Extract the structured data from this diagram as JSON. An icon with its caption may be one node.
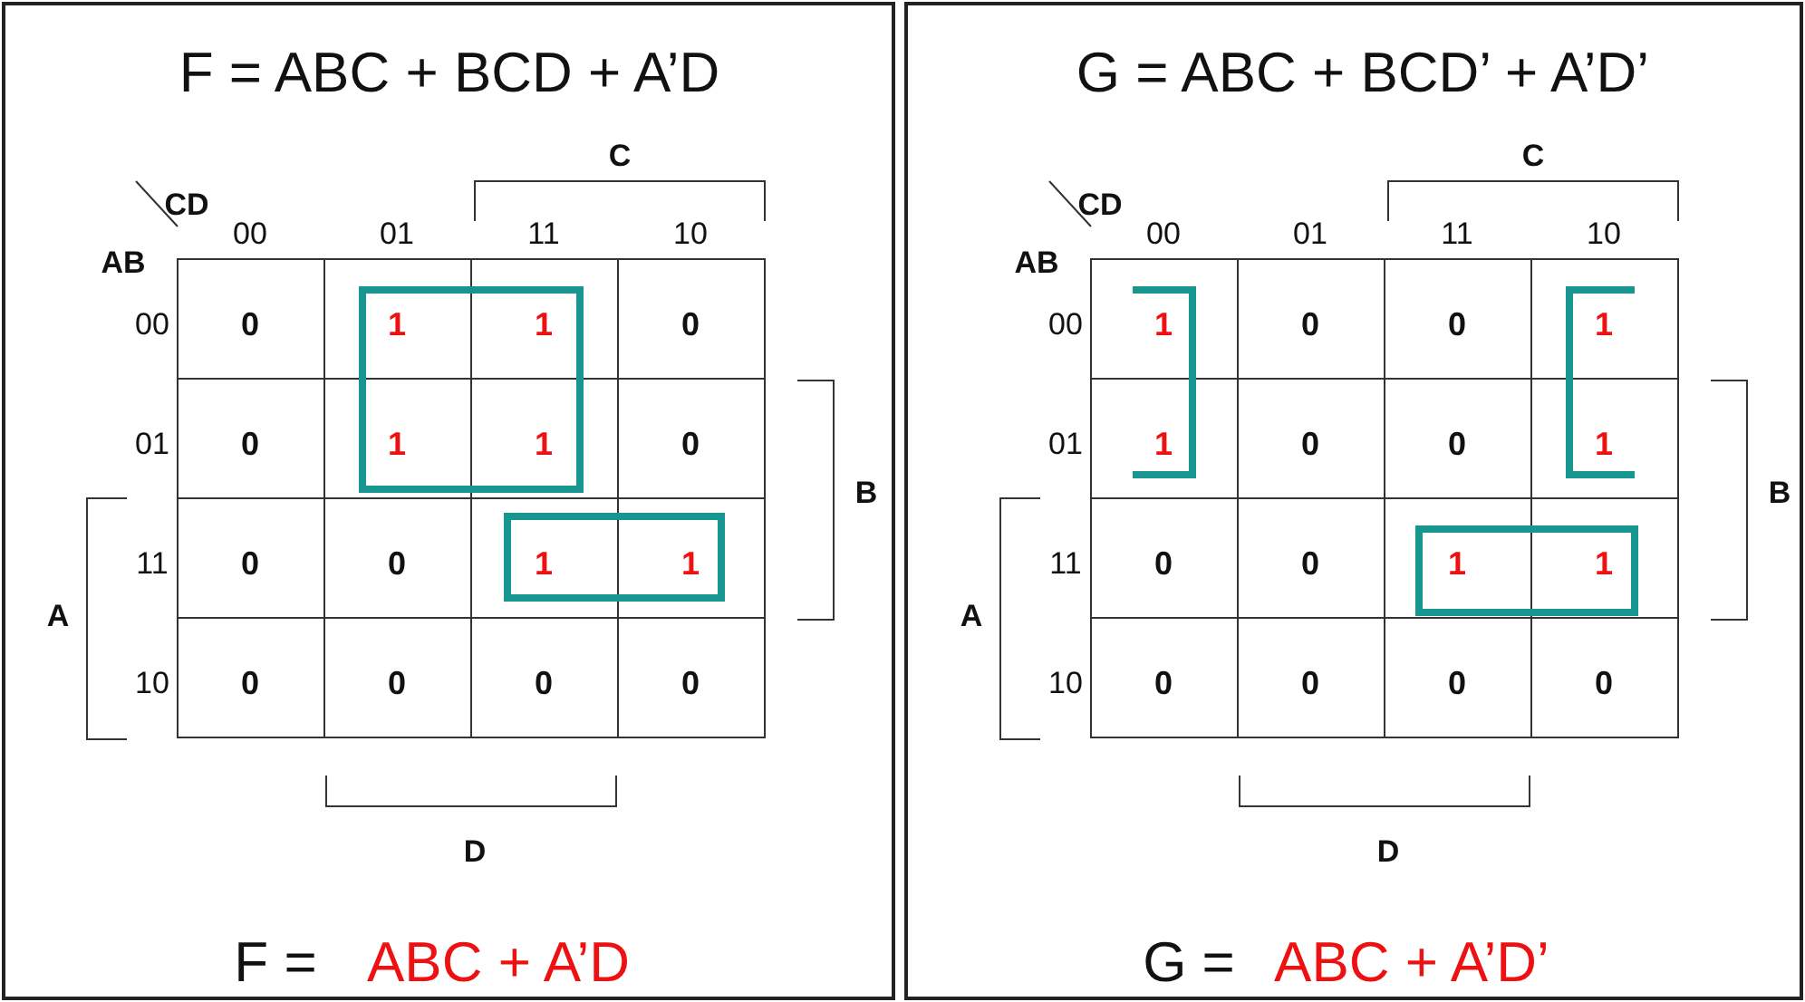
{
  "diagram": {
    "labels": [
      "F = ABC + BCD + A’D",
      "C",
      "CD",
      "00",
      "01",
      "11",
      "10",
      "AB",
      "00",
      "0",
      "1",
      "1",
      "0",
      "01",
      "0",
      "1",
      "1",
      "0",
      "B",
      "11",
      "0",
      "0",
      "1",
      "1",
      "A",
      "10",
      "0",
      "0",
      "0",
      "0",
      "D",
      "F =",
      "ABC + A’D",
      "G = ABC + BCD’ + A’D’",
      "C",
      "CD",
      "00",
      "01",
      "11",
      "10",
      "AB",
      "00",
      "1",
      "0",
      "0",
      "1",
      "01",
      "1",
      "0",
      "0",
      "1",
      "B",
      "11",
      "0",
      "0",
      "1",
      "1",
      "A",
      "10",
      "0",
      "0",
      "0",
      "0",
      "D",
      "G =",
      "ABC + A’D’"
    ]
  }
}
